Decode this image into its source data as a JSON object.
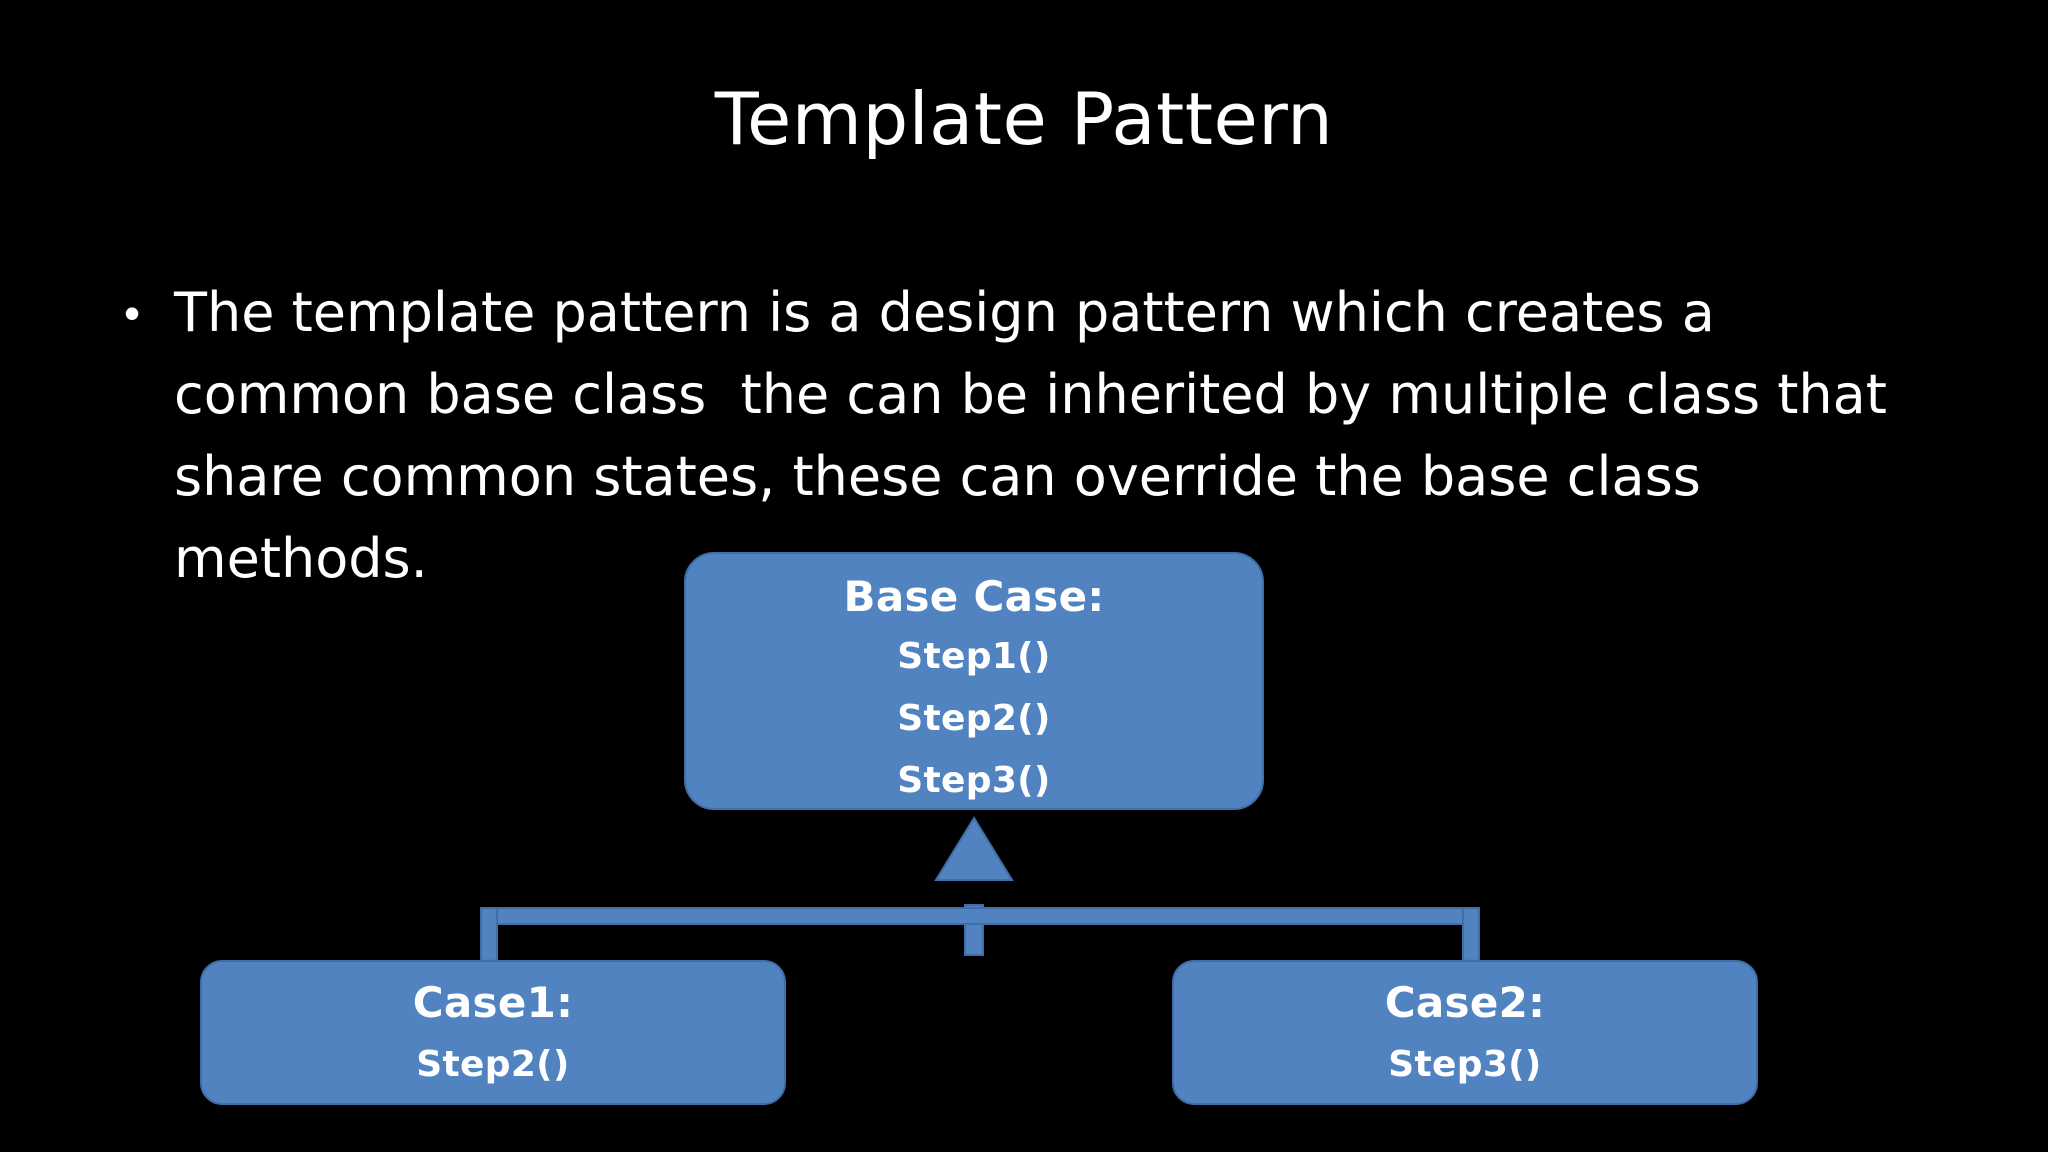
{
  "slide": {
    "background_color": "#000000",
    "title": "Template Pattern",
    "body": {
      "bullet_glyph": "•",
      "lines": [
        "The template pattern is a design pattern which creates a",
        "common base class  the can be inherited by multiple class that",
        "share common states, these can override the base class",
        "methods."
      ]
    }
  },
  "diagram": {
    "type": "inheritance-hierarchy",
    "shape_fill_color": "#5183C0",
    "shape_border_color": "#3F6EA8",
    "shape_text_color": "#FFFFFF",
    "connector_color": "#5183C0",
    "arrow_direction": "up",
    "nodes": {
      "base": {
        "title": "Base Case:",
        "methods": [
          "Step1()",
          "Step2()",
          "Step3()"
        ]
      },
      "case1": {
        "title": "Case1:",
        "methods": [
          "Step2()"
        ]
      },
      "case2": {
        "title": "Case2:",
        "methods": [
          "Step3()"
        ]
      }
    }
  }
}
